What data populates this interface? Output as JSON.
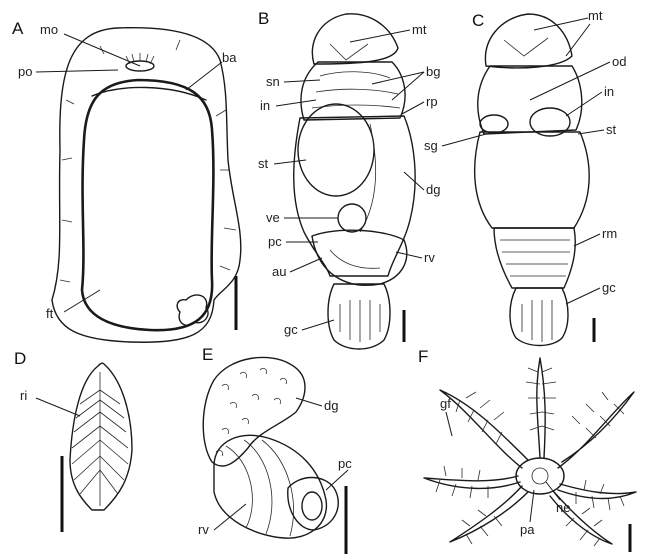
{
  "panels": [
    "A",
    "B",
    "C",
    "D",
    "E",
    "F"
  ],
  "labels": {
    "A": {
      "mo": "mo",
      "po": "po",
      "ba": "ba",
      "ft": "ft"
    },
    "B": {
      "mt": "mt",
      "sn": "sn",
      "bg": "bg",
      "in": "in",
      "rp": "rp",
      "st": "st",
      "dg": "dg",
      "ve": "ve",
      "pc": "pc",
      "au": "au",
      "rv": "rv",
      "gc": "gc"
    },
    "C": {
      "mt": "mt",
      "od": "od",
      "in": "in",
      "st": "st",
      "sg": "sg",
      "rm": "rm",
      "gc": "gc"
    },
    "D": {
      "ri": "ri"
    },
    "E": {
      "dg": "dg",
      "pc": "pc",
      "rv": "rv"
    },
    "F": {
      "gf": "gf",
      "pa": "pa",
      "ne": "ne"
    }
  },
  "colors": {
    "ink": "#1a1a1a",
    "background": "#ffffff"
  }
}
